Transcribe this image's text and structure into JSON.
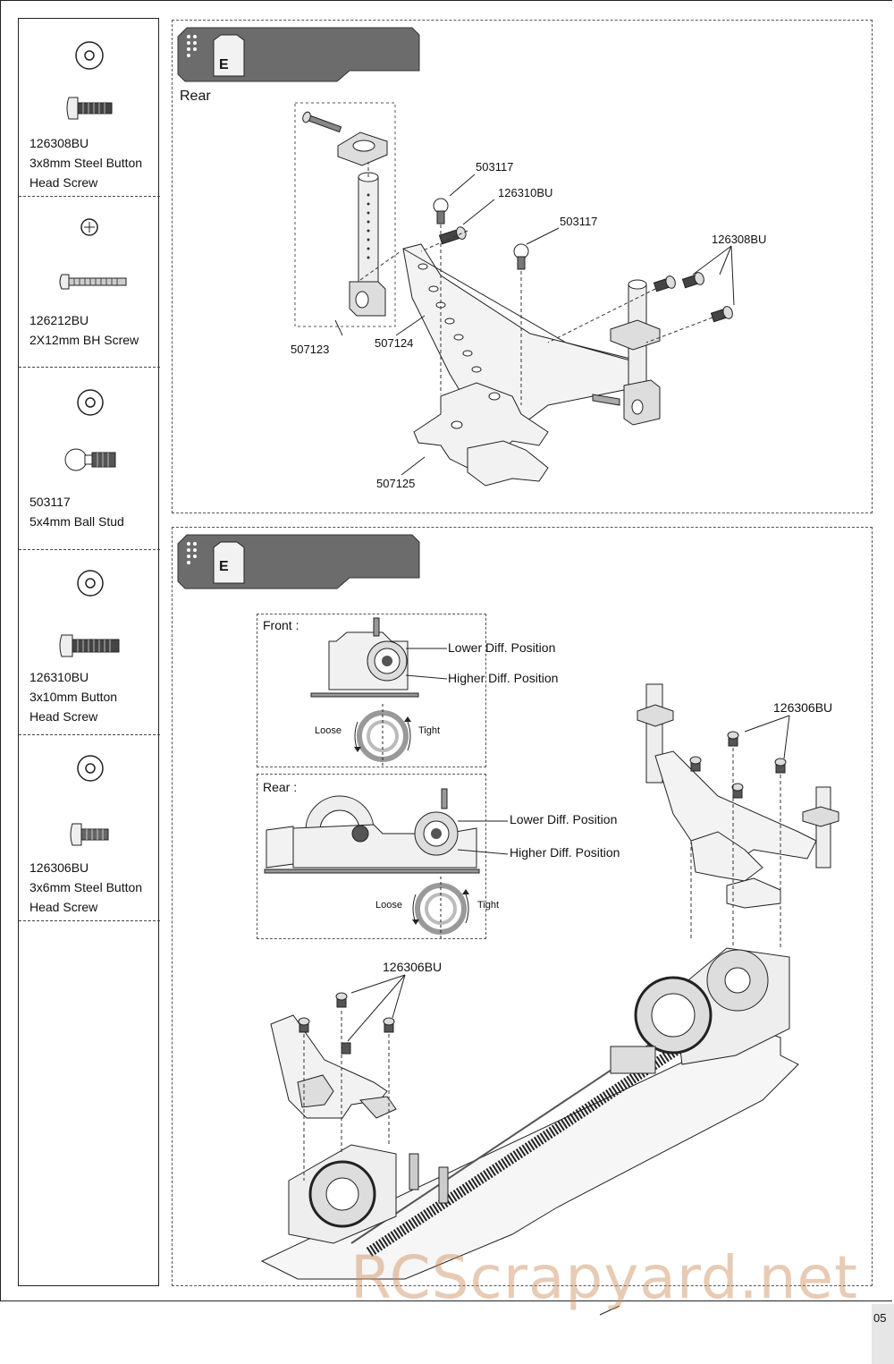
{
  "sidebar": {
    "parts": [
      {
        "code": "126308BU",
        "lines": [
          "3x8mm Steel Button",
          "Head Screw"
        ],
        "icon": "button-head-screw-icon"
      },
      {
        "code": "126212BU",
        "lines": [
          "2X12mm BH Screw",
          ""
        ],
        "icon": "long-screw-icon"
      },
      {
        "code": "503117",
        "lines": [
          "5x4mm Ball Stud",
          ""
        ],
        "icon": "ball-stud-icon"
      },
      {
        "code": "126310BU",
        "lines": [
          "3x10mm Button",
          "Head Screw"
        ],
        "icon": "button-head-screw-icon"
      },
      {
        "code": "126306BU",
        "lines": [
          "3x6mm Steel Button",
          "Head Screw"
        ],
        "icon": "short-screw-icon"
      }
    ]
  },
  "step1": {
    "bag": "E",
    "title": "Rear",
    "labels": {
      "ball_stud_a": "503117",
      "screw_10": "126310BU",
      "ball_stud_b": "503117",
      "screws_8": "126308BU",
      "post": "507123",
      "crossbar": "507124",
      "mount": "507125"
    }
  },
  "step2": {
    "bag": "E",
    "front": {
      "title": "Front :",
      "lower": "Lower Diff. Position",
      "higher": "Higher Diff. Position",
      "loose": "Loose",
      "tight": "Tight"
    },
    "rear": {
      "title": "Rear :",
      "lower": "Lower Diff. Position",
      "higher": "Higher Diff. Position",
      "loose": "Loose",
      "tight": "Tight"
    },
    "labels": {
      "screws_right": "126306BU",
      "screws_left": "126306BU"
    }
  },
  "watermark": "RCScrapyard.net",
  "page_number": "05"
}
